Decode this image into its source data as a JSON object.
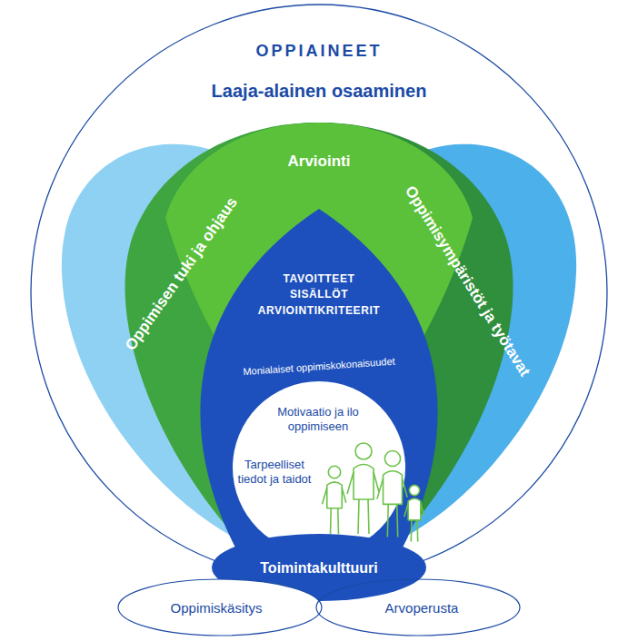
{
  "diagram": {
    "nodes": [
      {
        "text": [
          "OPPIAINEET",
          "Laaja-alainen osaaminen"
        ]
      },
      {
        "text": [
          "Oppimisen tuki ja ohjaus"
        ],
        "in": 0
      },
      {
        "text": [
          "Oppimisympäristöt ja työtavat"
        ],
        "in": 0
      },
      {
        "text": [
          "Arviointi"
        ],
        "in": 0
      },
      {
        "text": [
          "TAVOITTEET SISÄLLÖT ARVIOINTIKRITEERIT",
          "Monialaiset oppimiskokonaisuudet"
        ],
        "in": 0
      },
      {
        "text": [
          "Motivaatio ja ilo oppimiseen",
          "Tarpeelliset tiedot ja taidot"
        ],
        "in": 4
      },
      {
        "text": [
          "Toimintakulttuuri"
        ]
      },
      {
        "text": [
          "Oppimiskäsitys"
        ]
      },
      {
        "text": [
          "Arvoperusta"
        ]
      }
    ]
  }
}
